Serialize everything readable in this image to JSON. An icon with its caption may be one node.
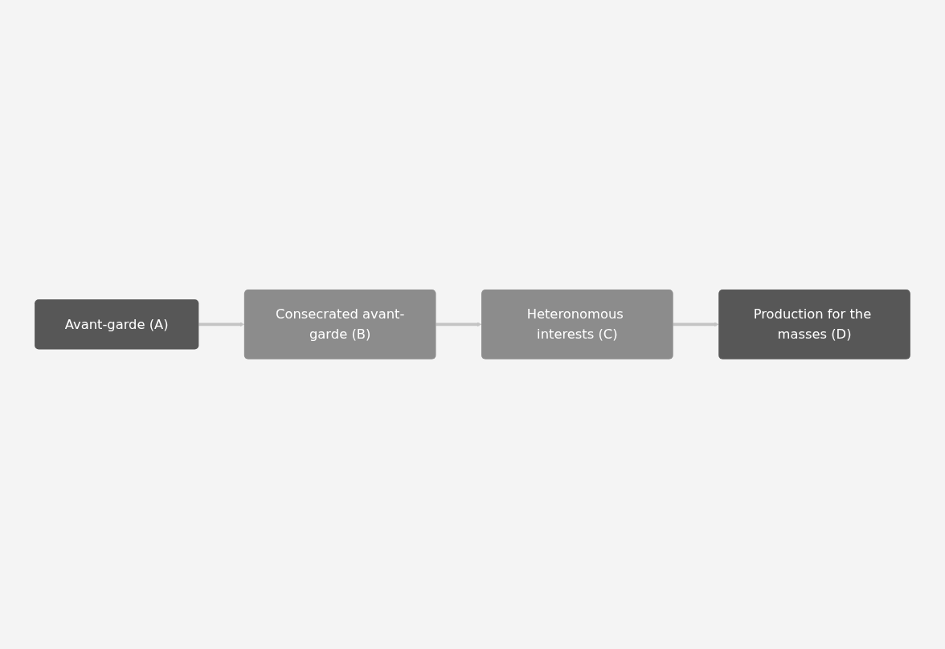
{
  "diagram": {
    "nodes": [
      {
        "text": [
          "Consecrated avant-garde (B)"
        ]
      },
      {
        "text": [
          "Heteronomous interests (C)"
        ]
      },
      {
        "text": [
          "Avant-garde (A)"
        ]
      },
      {
        "text": [
          "Production for the masses (D)"
        ]
      }
    ],
    "edges": [
      {
        "from": 2,
        "to": 0,
        "arrow": "to"
      },
      {
        "from": 0,
        "to": 1,
        "arrow": "to"
      },
      {
        "from": 1,
        "to": 3,
        "arrow": "to"
      }
    ]
  }
}
